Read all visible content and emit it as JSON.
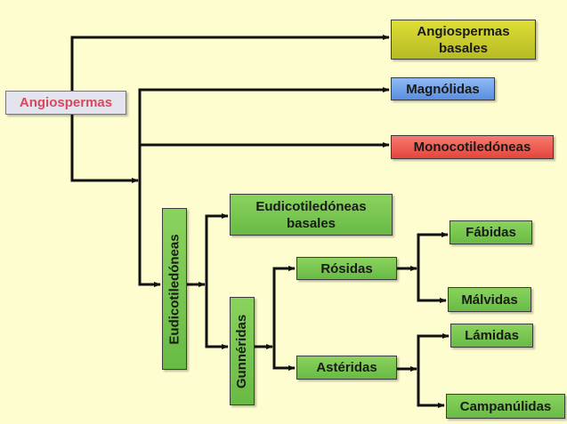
{
  "diagram": {
    "title": "Angiospermas",
    "colors": {
      "background": "#fefdd0",
      "root_fill": "#e4e4ee",
      "root_text": "#d9475c",
      "basal_fill": "#c9cc2c",
      "magnolidas_fill": "#6fa3ea",
      "monocot_fill": "#ef5a4f",
      "eudicot_fill": "#76c450",
      "line": "#111111"
    },
    "nodes": {
      "angiospermas": "Angiospermas",
      "angiospermas_basales": "Angiospermas basales",
      "magnolidas": "Magnólidas",
      "monocotiledoneas": "Monocotiledóneas",
      "eudicotiledoneas": "Eudicotiledóneas",
      "eudicotiledoneas_basales": "Eudicotiledóneas basales",
      "gunneridas": "Gunnéridas",
      "rosidas": "Rósidas",
      "asteridas": "Astéridas",
      "fabidas": "Fábidas",
      "malvidas": "Málvidas",
      "lamidas": "Lámidas",
      "campanulidas": "Campanúlidas"
    },
    "edges": [
      [
        "angiospermas",
        "angiospermas_basales"
      ],
      [
        "angiospermas",
        "magnolidas"
      ],
      [
        "angiospermas",
        "monocotiledoneas"
      ],
      [
        "angiospermas",
        "eudicotiledoneas"
      ],
      [
        "eudicotiledoneas",
        "eudicotiledoneas_basales"
      ],
      [
        "eudicotiledoneas",
        "gunneridas"
      ],
      [
        "gunneridas",
        "rosidas"
      ],
      [
        "gunneridas",
        "asteridas"
      ],
      [
        "rosidas",
        "fabidas"
      ],
      [
        "rosidas",
        "malvidas"
      ],
      [
        "asteridas",
        "lamidas"
      ],
      [
        "asteridas",
        "campanulidas"
      ]
    ]
  }
}
